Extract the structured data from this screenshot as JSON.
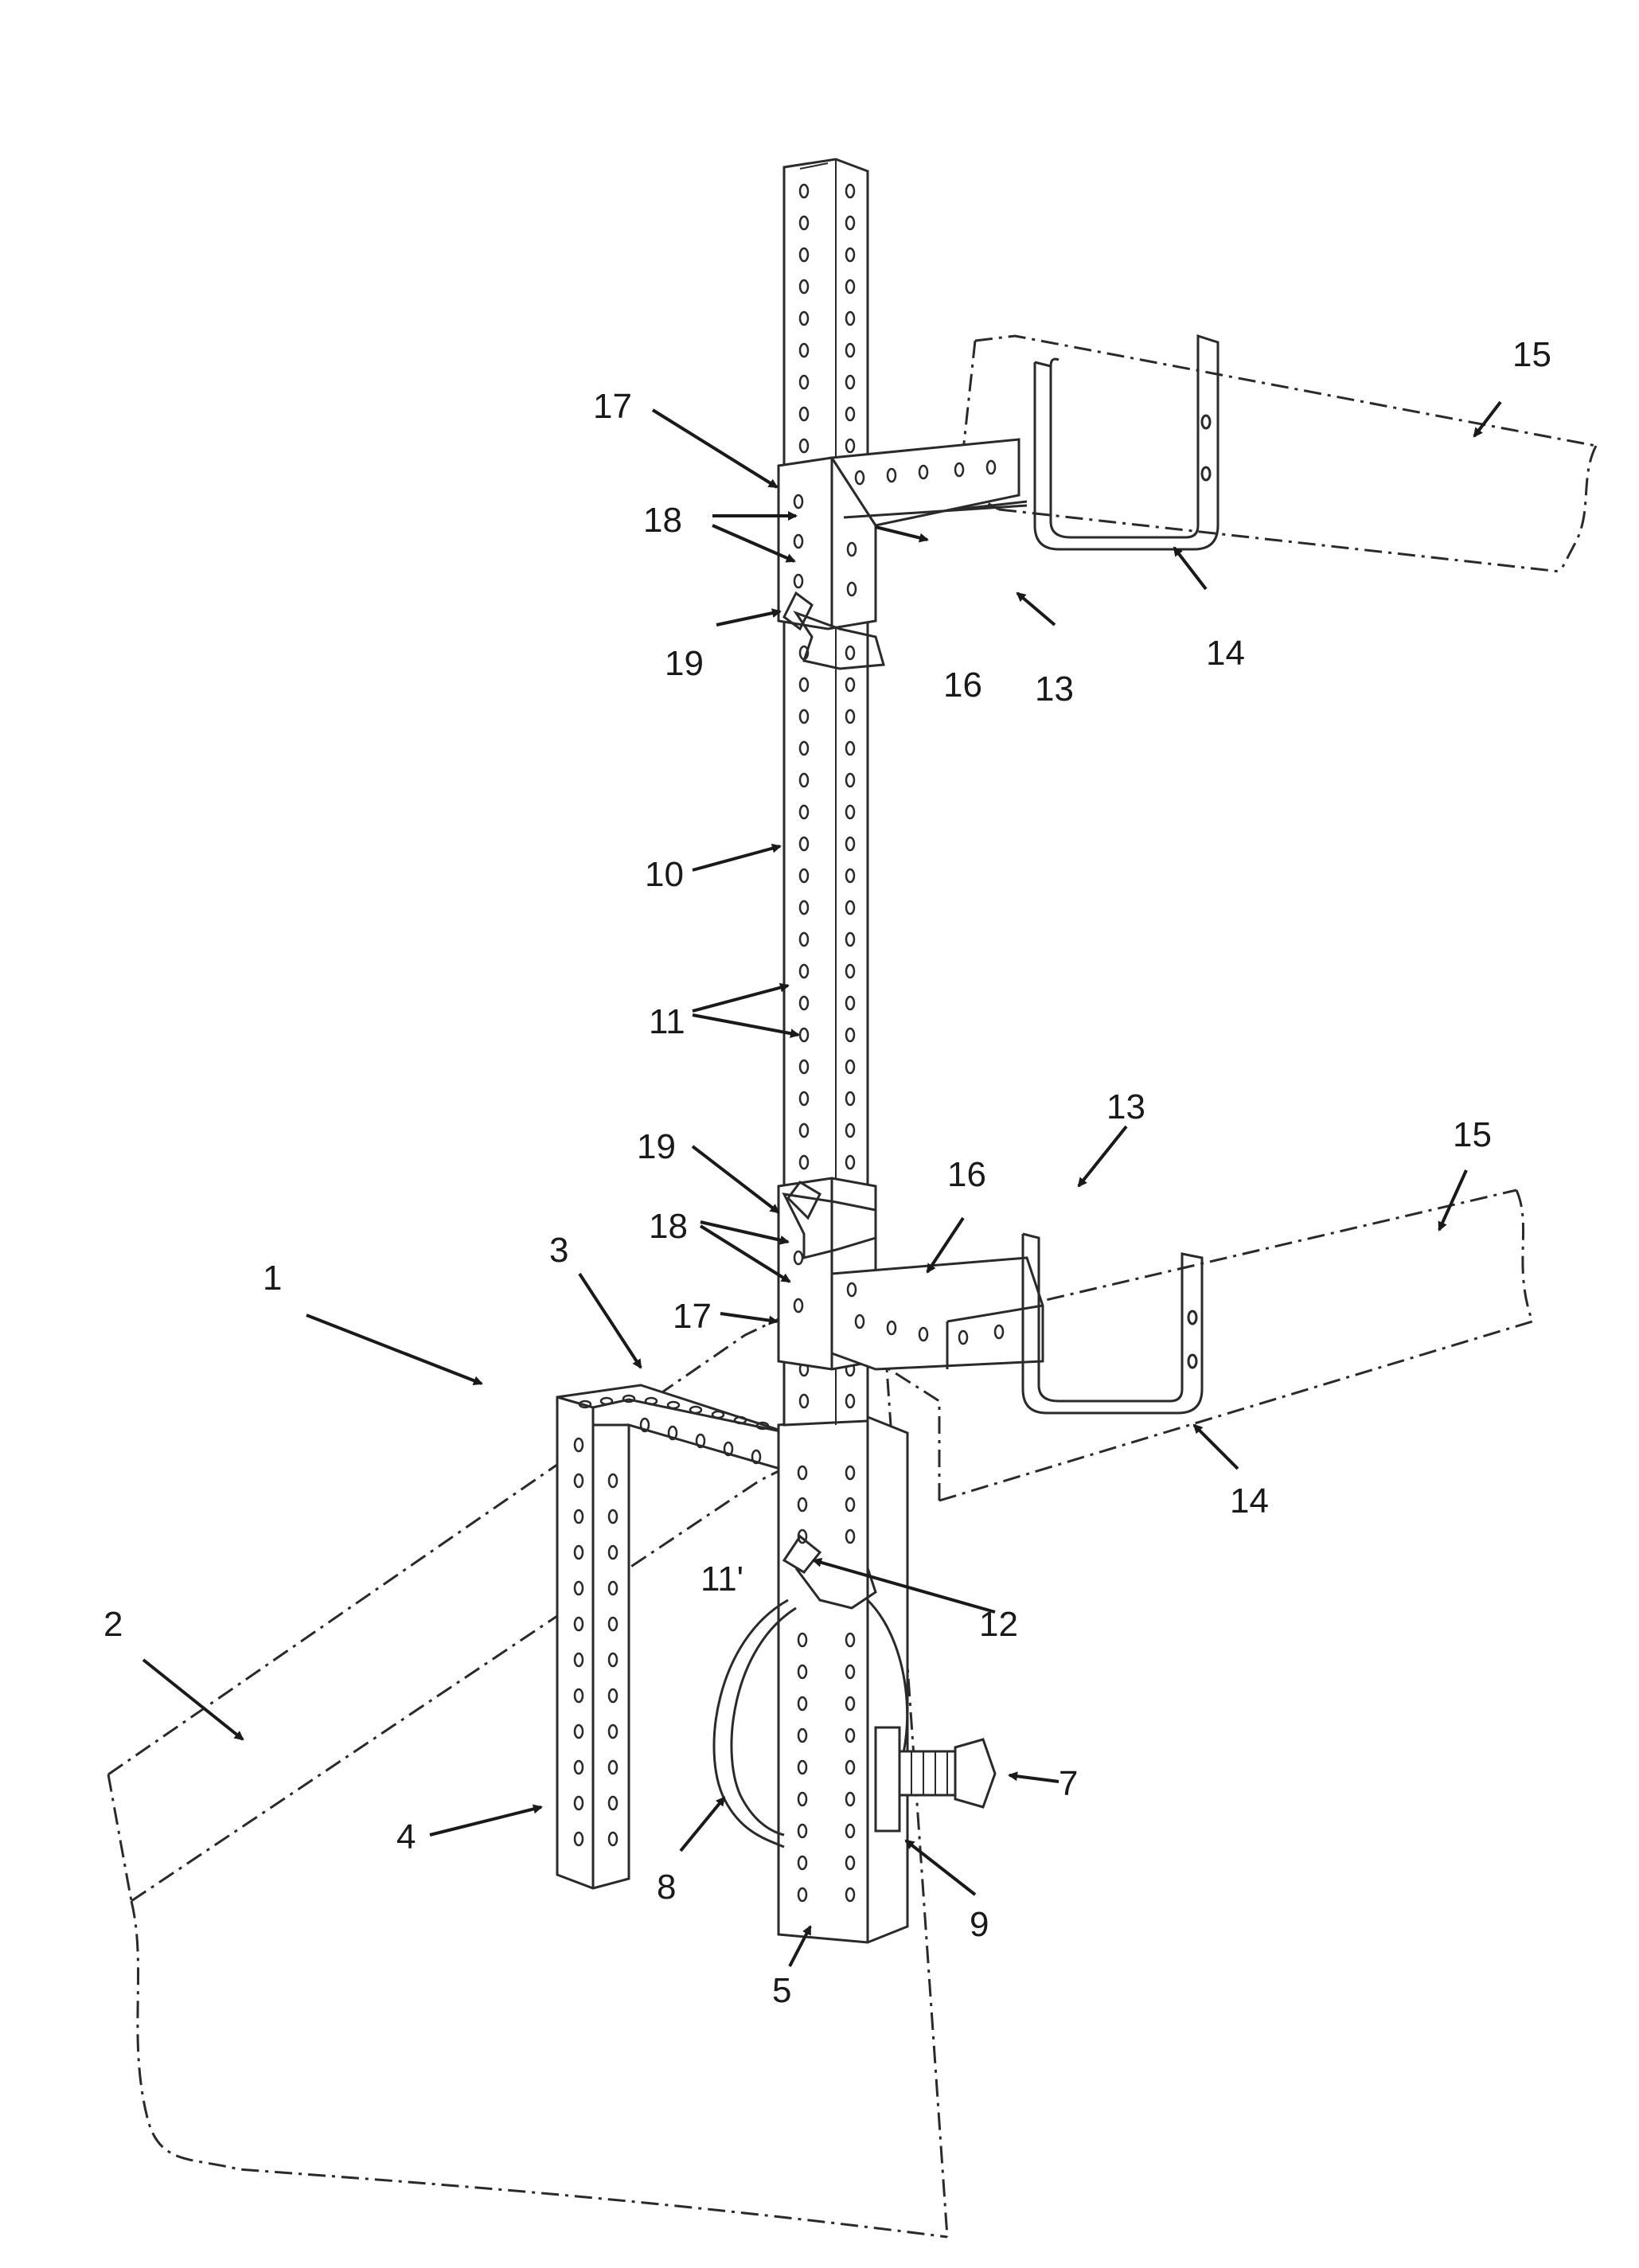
{
  "figure": {
    "colors": {
      "ink": "#1a1a1a",
      "paper": "#ffffff",
      "outline": "#2a2a2a",
      "shade": "#d8d8d8"
    },
    "reference_numerals": {
      "r1": "1",
      "r2": "2",
      "r3": "3",
      "r4": "4",
      "r5": "5",
      "r7": "7",
      "r8": "8",
      "r9": "9",
      "r10": "10",
      "r11": "11",
      "r11p": "11'",
      "r12": "12",
      "r13": "13",
      "r14": "14",
      "r15": "15",
      "r16": "16",
      "r17": "17",
      "r18": "18",
      "r19": "19"
    }
  }
}
